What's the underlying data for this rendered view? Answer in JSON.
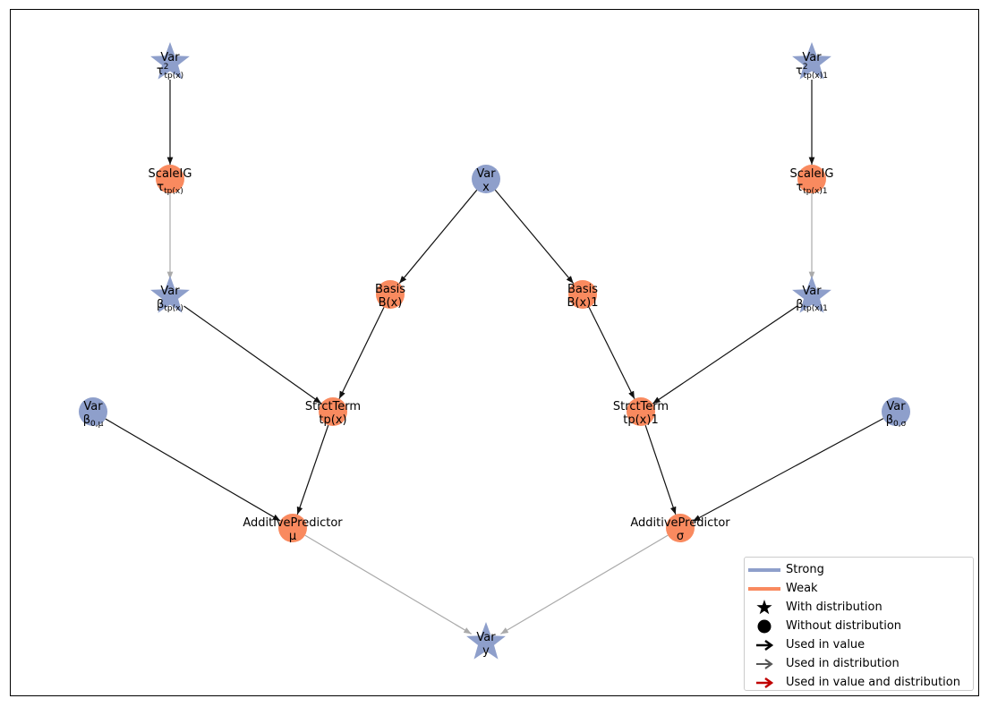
{
  "colors": {
    "strong": "#8e9fcb",
    "weak": "#f98a5f",
    "edge_value": "#111111",
    "edge_distribution": "#aaaaaa",
    "edge_both": "#c00000"
  },
  "nodes": [
    {
      "id": "tau2_tp_x",
      "line1": "Var",
      "line2": "τ²tp(x)",
      "line2_main": "τ",
      "line2_sup": "2",
      "line2_sub": "tp(x)",
      "shape": "star",
      "kind": "strong"
    },
    {
      "id": "tau2_tp_x1",
      "line1": "Var",
      "line2": "τ²tp(x)1",
      "line2_main": "τ",
      "line2_sup": "2",
      "line2_sub": "tp(x)1",
      "shape": "star",
      "kind": "strong"
    },
    {
      "id": "scaleig_1",
      "line1": "ScaleIG",
      "line2": "τtp(x)",
      "line2_main": "τ",
      "line2_sub": "tp(x)",
      "shape": "circle",
      "kind": "weak"
    },
    {
      "id": "scaleig_2",
      "line1": "ScaleIG",
      "line2": "τtp(x)1",
      "line2_main": "τ",
      "line2_sub": "tp(x)1",
      "shape": "circle",
      "kind": "weak"
    },
    {
      "id": "var_x",
      "line1": "Var",
      "line2": "x",
      "shape": "circle",
      "kind": "strong"
    },
    {
      "id": "beta_tp_x",
      "line1": "Var",
      "line2": "βtp(x)",
      "line2_main": "β",
      "line2_sub": "tp(x)",
      "shape": "star",
      "kind": "strong"
    },
    {
      "id": "basis_1",
      "line1": "Basis",
      "line2": "B(x)",
      "shape": "circle",
      "kind": "weak"
    },
    {
      "id": "basis_2",
      "line1": "Basis",
      "line2": "B(x)1",
      "shape": "circle",
      "kind": "weak"
    },
    {
      "id": "beta_tp_x1",
      "line1": "Var",
      "line2": "βtp(x)1",
      "line2_main": "β",
      "line2_sub": "tp(x)1",
      "shape": "star",
      "kind": "strong"
    },
    {
      "id": "beta0_mu",
      "line1": "Var",
      "line2": "β0,μ",
      "line2_main": "β",
      "line2_sub": "0,μ",
      "shape": "circle",
      "kind": "strong"
    },
    {
      "id": "strct_1",
      "line1": "StrctTerm",
      "line2": "tp(x)",
      "shape": "circle",
      "kind": "weak"
    },
    {
      "id": "strct_2",
      "line1": "StrctTerm",
      "line2": "tp(x)1",
      "shape": "circle",
      "kind": "weak"
    },
    {
      "id": "beta0_sigma",
      "line1": "Var",
      "line2": "β0,σ",
      "line2_main": "β",
      "line2_sub": "0,σ",
      "shape": "circle",
      "kind": "strong"
    },
    {
      "id": "addpred_mu",
      "line1": "AdditivePredictor",
      "line2": "μ",
      "shape": "circle",
      "kind": "weak"
    },
    {
      "id": "addpred_sigma",
      "line1": "AdditivePredictor",
      "line2": "σ",
      "shape": "circle",
      "kind": "weak"
    },
    {
      "id": "var_y",
      "line1": "Var",
      "line2": "y",
      "shape": "star",
      "kind": "strong"
    }
  ],
  "edges": [
    {
      "from": "tau2_tp_x",
      "to": "scaleig_1",
      "type": "value"
    },
    {
      "from": "tau2_tp_x1",
      "to": "scaleig_2",
      "type": "value"
    },
    {
      "from": "scaleig_1",
      "to": "beta_tp_x",
      "type": "distribution"
    },
    {
      "from": "scaleig_2",
      "to": "beta_tp_x1",
      "type": "distribution"
    },
    {
      "from": "var_x",
      "to": "basis_1",
      "type": "value"
    },
    {
      "from": "var_x",
      "to": "basis_2",
      "type": "value"
    },
    {
      "from": "beta_tp_x",
      "to": "strct_1",
      "type": "value"
    },
    {
      "from": "basis_1",
      "to": "strct_1",
      "type": "value"
    },
    {
      "from": "basis_2",
      "to": "strct_2",
      "type": "value"
    },
    {
      "from": "beta_tp_x1",
      "to": "strct_2",
      "type": "value"
    },
    {
      "from": "beta0_mu",
      "to": "addpred_mu",
      "type": "value"
    },
    {
      "from": "strct_1",
      "to": "addpred_mu",
      "type": "value"
    },
    {
      "from": "strct_2",
      "to": "addpred_sigma",
      "type": "value"
    },
    {
      "from": "beta0_sigma",
      "to": "addpred_sigma",
      "type": "value"
    },
    {
      "from": "addpred_mu",
      "to": "var_y",
      "type": "distribution"
    },
    {
      "from": "addpred_sigma",
      "to": "var_y",
      "type": "distribution"
    }
  ],
  "legend": {
    "strong": "Strong",
    "weak": "Weak",
    "with_dist": "With distribution",
    "without_dist": "Without distribution",
    "used_value": "Used in value",
    "used_dist": "Used in distribution",
    "used_both": "Used in value and distribution"
  }
}
